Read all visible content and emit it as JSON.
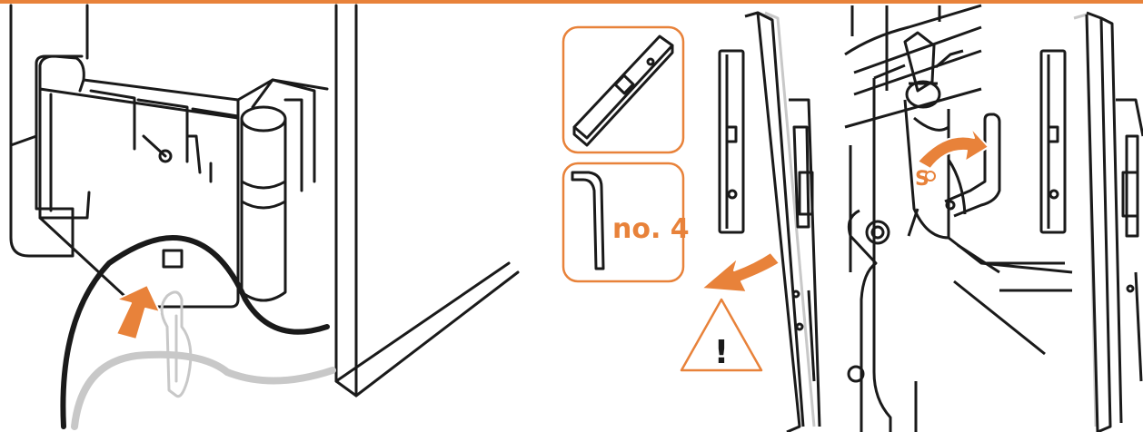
{
  "accent_color": "#e8823a",
  "line_color": "#1a1a1a",
  "panels": [
    {
      "id": "cable-routing",
      "description_icons": [
        "cable-clip-icon",
        "up-arrow-icon"
      ]
    },
    {
      "id": "tools",
      "tool_boxes": [
        {
          "icon": "spirit-level-icon",
          "label": ""
        },
        {
          "icon": "hex-key-icon",
          "label": "no. 4"
        }
      ]
    },
    {
      "id": "tilt-warning",
      "icons": [
        "tilt-arrow-icon",
        "warning-triangle-icon"
      ],
      "warning_symbol": "!"
    },
    {
      "id": "adjust-screw",
      "screw_label": "S",
      "icons": [
        "rotate-arrow-icon",
        "hex-key-icon"
      ]
    },
    {
      "id": "level-result",
      "icons": [
        "spirit-level-icon"
      ]
    }
  ]
}
